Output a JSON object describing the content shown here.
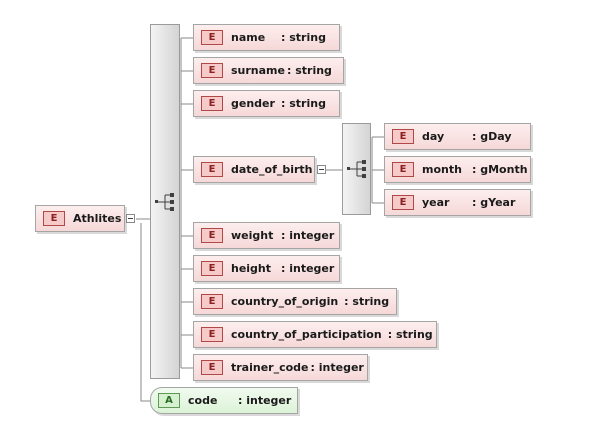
{
  "root": {
    "badge": "E",
    "name": "Athlites"
  },
  "elements": [
    {
      "badge": "E",
      "name": "name",
      "type": "string"
    },
    {
      "badge": "E",
      "name": "surname",
      "type": "string"
    },
    {
      "badge": "E",
      "name": "gender",
      "type": "string"
    },
    {
      "badge": "E",
      "name": "date_of_birth",
      "type": ""
    },
    {
      "badge": "E",
      "name": "weight",
      "type": "integer"
    },
    {
      "badge": "E",
      "name": "height",
      "type": "integer"
    },
    {
      "badge": "E",
      "name": "country_of_origin",
      "type": "string"
    },
    {
      "badge": "E",
      "name": "country_of_participation",
      "type": "string"
    },
    {
      "badge": "E",
      "name": "trainer_code",
      "type": "integer"
    }
  ],
  "dob_children": [
    {
      "badge": "E",
      "name": "day",
      "type": "gDay"
    },
    {
      "badge": "E",
      "name": "month",
      "type": "gMonth"
    },
    {
      "badge": "E",
      "name": "year",
      "type": "gYear"
    }
  ],
  "attribute": {
    "badge": "A",
    "name": "code",
    "type": "integer"
  },
  "colors": {
    "wire": "#8a8a8a",
    "element_badge": "#f7caca",
    "attribute_badge": "#d5f1cf"
  }
}
